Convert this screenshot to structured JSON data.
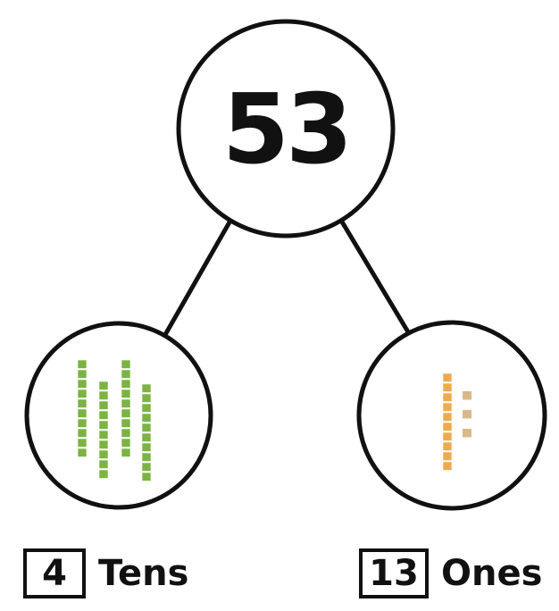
{
  "whole": {
    "value": "53"
  },
  "parts": [
    {
      "count": "4",
      "unit": "Tens",
      "blocks": {
        "rods": 4,
        "units": 0
      },
      "color": "#7cb342"
    },
    {
      "count": "13",
      "unit": "Ones",
      "blocks": {
        "rods": 1,
        "units": 3
      },
      "color": "#f0a94e"
    }
  ]
}
